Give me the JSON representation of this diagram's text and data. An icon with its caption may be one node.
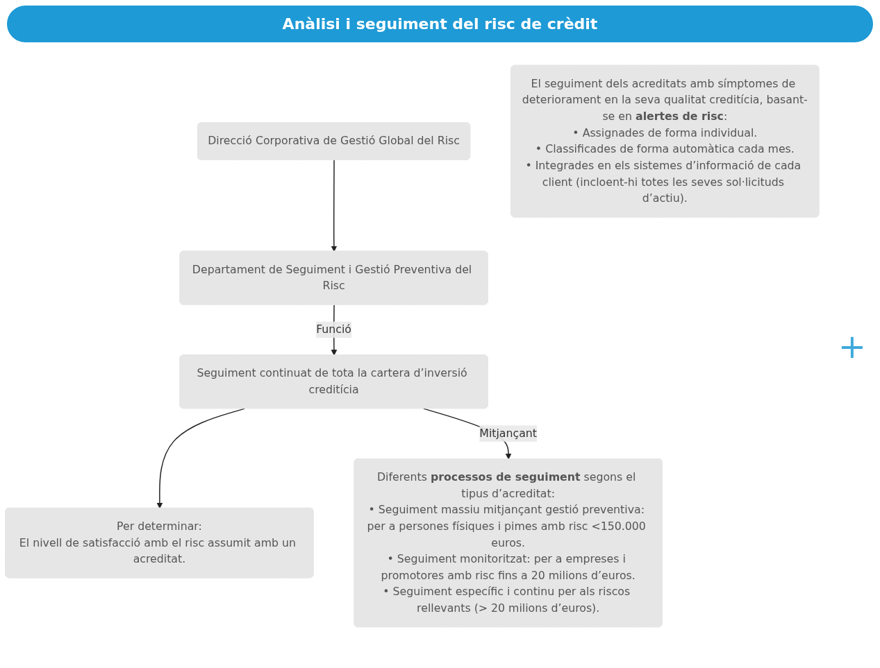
{
  "diagram": {
    "title": "Anàlisi i seguiment del risc de crèdit",
    "nodes": [
      {
        "text": [
          "Direcció Corporativa de Gestió Global del Risc"
        ]
      },
      {
        "text": [
          "Departament de Seguiment i Gestió Preventiva del Risc"
        ]
      },
      {
        "text": [
          "Seguiment continuat de tota la cartera d’inversió creditícia"
        ]
      },
      {
        "text": [
          "Per determinar:",
          "El nivell de satisfacció amb el risc assumit amb un acreditat."
        ]
      },
      {
        "text": [
          "Diferents **processos de seguiment** segons el tipus d’acreditat:",
          "• Seguiment massiu mitjançant gestió preventiva: per a persones físiques i pimes amb risc <150.000 euros.",
          "• Seguiment monitoritzat: per a empreses i promotores amb risc fins a 20 milions d’euros.",
          "• Seguiment específic i continu per als riscos rellevants (> 20 milions d’euros)."
        ]
      },
      {
        "text": [
          "El seguiment dels acreditats amb símptomes de deteriorament en la seva qualitat creditícia, basant-se en **alertes de risc**:",
          "• Assignades de forma individual.",
          "• Classificades de forma automàtica cada mes.",
          "• Integrades en els sistemes d’informació de cada client (incloent-hi totes les seves sol·licituds d’actiu)."
        ]
      }
    ],
    "edges": [
      {
        "from": 0,
        "to": 1,
        "arrow": "to"
      },
      {
        "from": 1,
        "to": 2,
        "arrow": "to",
        "label": "Funció"
      },
      {
        "from": 2,
        "to": 3,
        "arrow": "to"
      },
      {
        "from": 2,
        "to": 4,
        "arrow": "to",
        "label": "Mitjançant"
      }
    ],
    "labels": [
      "+"
    ]
  }
}
